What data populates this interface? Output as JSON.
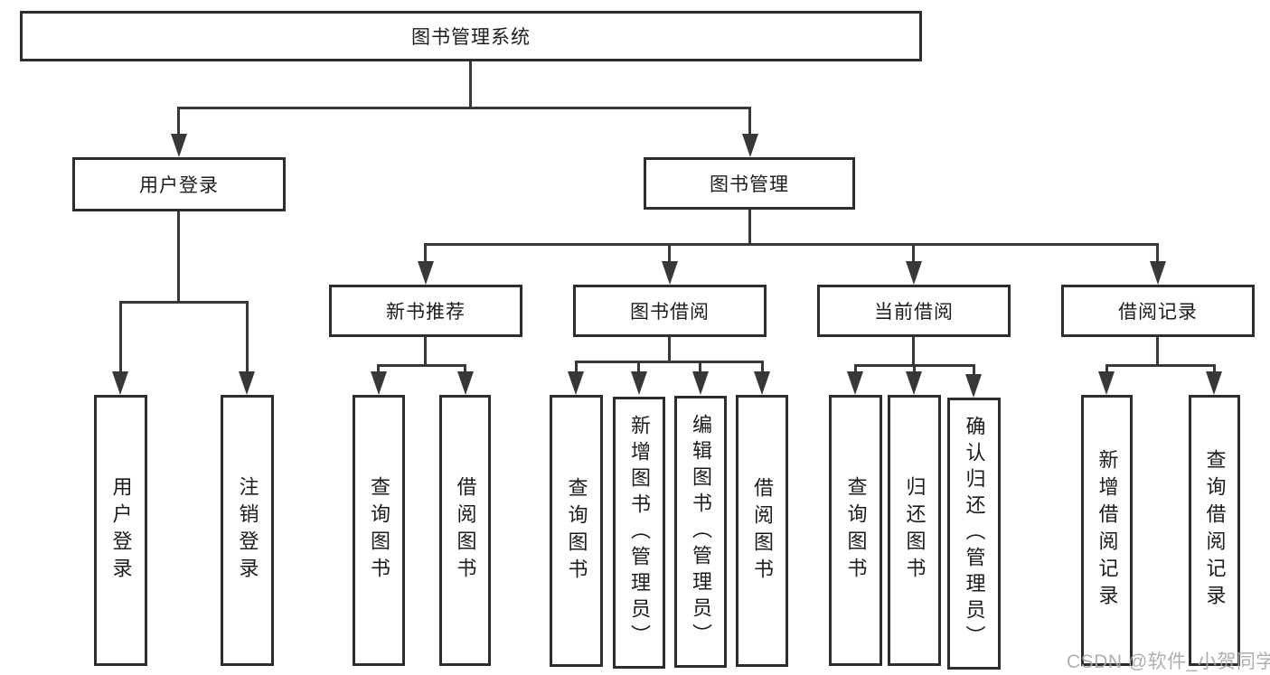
{
  "root": {
    "label": "图书管理系统"
  },
  "user_login": {
    "label": "用户登录",
    "children": [
      {
        "label": "用户登录"
      },
      {
        "label": "注销登录"
      }
    ]
  },
  "book_management": {
    "label": "图书管理",
    "sections": [
      {
        "label": "新书推荐",
        "children": [
          {
            "label": "查询图书"
          },
          {
            "label": "借阅图书"
          }
        ]
      },
      {
        "label": "图书借阅",
        "children": [
          {
            "label": "查询图书"
          },
          {
            "label": "新增图书（管理员）"
          },
          {
            "label": "编辑图书（管理员）"
          },
          {
            "label": "借阅图书"
          }
        ]
      },
      {
        "label": "当前借阅",
        "children": [
          {
            "label": "查询图书"
          },
          {
            "label": "归还图书"
          },
          {
            "label": "确认归还（管理员）"
          }
        ]
      },
      {
        "label": "借阅记录",
        "children": [
          {
            "label": "新增借阅记录"
          },
          {
            "label": "查询借阅记录"
          }
        ]
      }
    ]
  },
  "watermark": {
    "text": "CSDN @软件_小贺同学"
  },
  "colors": {
    "line": "#383838",
    "border": "#2d2d2d",
    "text": "#1c1c1c",
    "watermark": "#a8a8a8",
    "background": "#ffffff"
  }
}
